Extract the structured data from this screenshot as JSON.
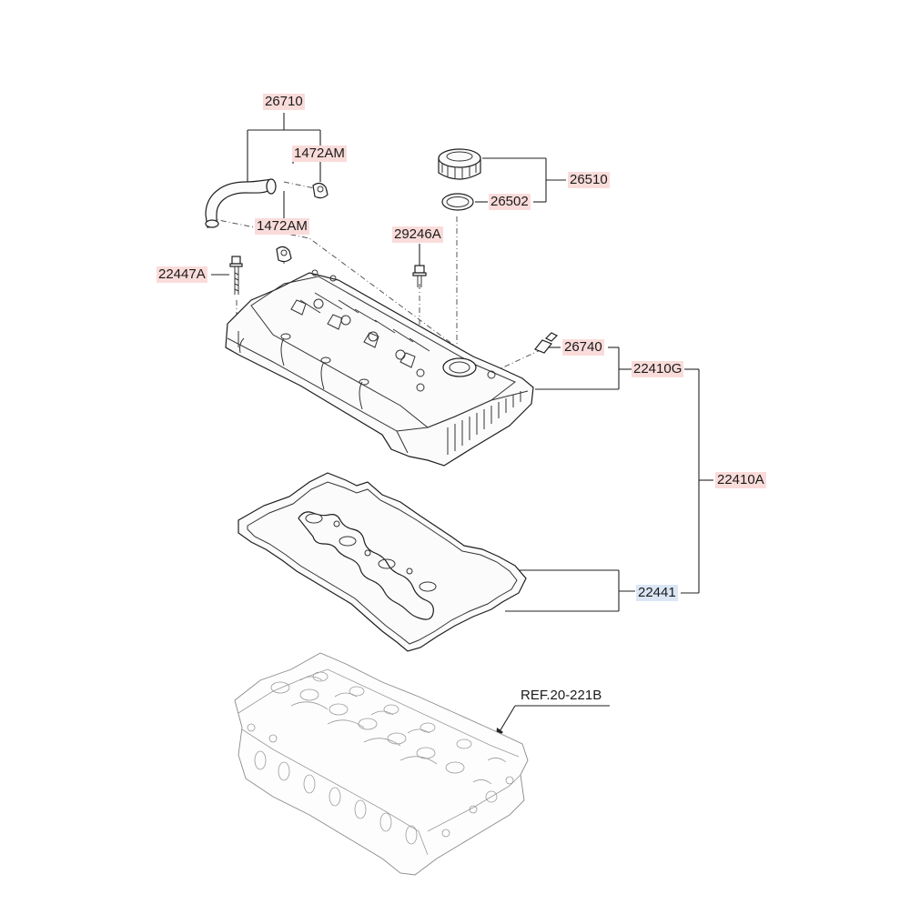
{
  "labels": {
    "l26710": "26710",
    "l1472AM_top": "1472AM",
    "l1472AM_bot": "1472AM",
    "l26510": "26510",
    "l26502": "26502",
    "l29246A": "29246A",
    "l22447A": "22447A",
    "l26740": "26740",
    "l22410G": "22410G",
    "l22410A": "22410A",
    "l22441": "22441",
    "ref": "REF.20-221B"
  },
  "colors": {
    "part_label_highlight": "#f9dcda",
    "selected_label_highlight": "#dbe6f5",
    "line": "#222222"
  }
}
